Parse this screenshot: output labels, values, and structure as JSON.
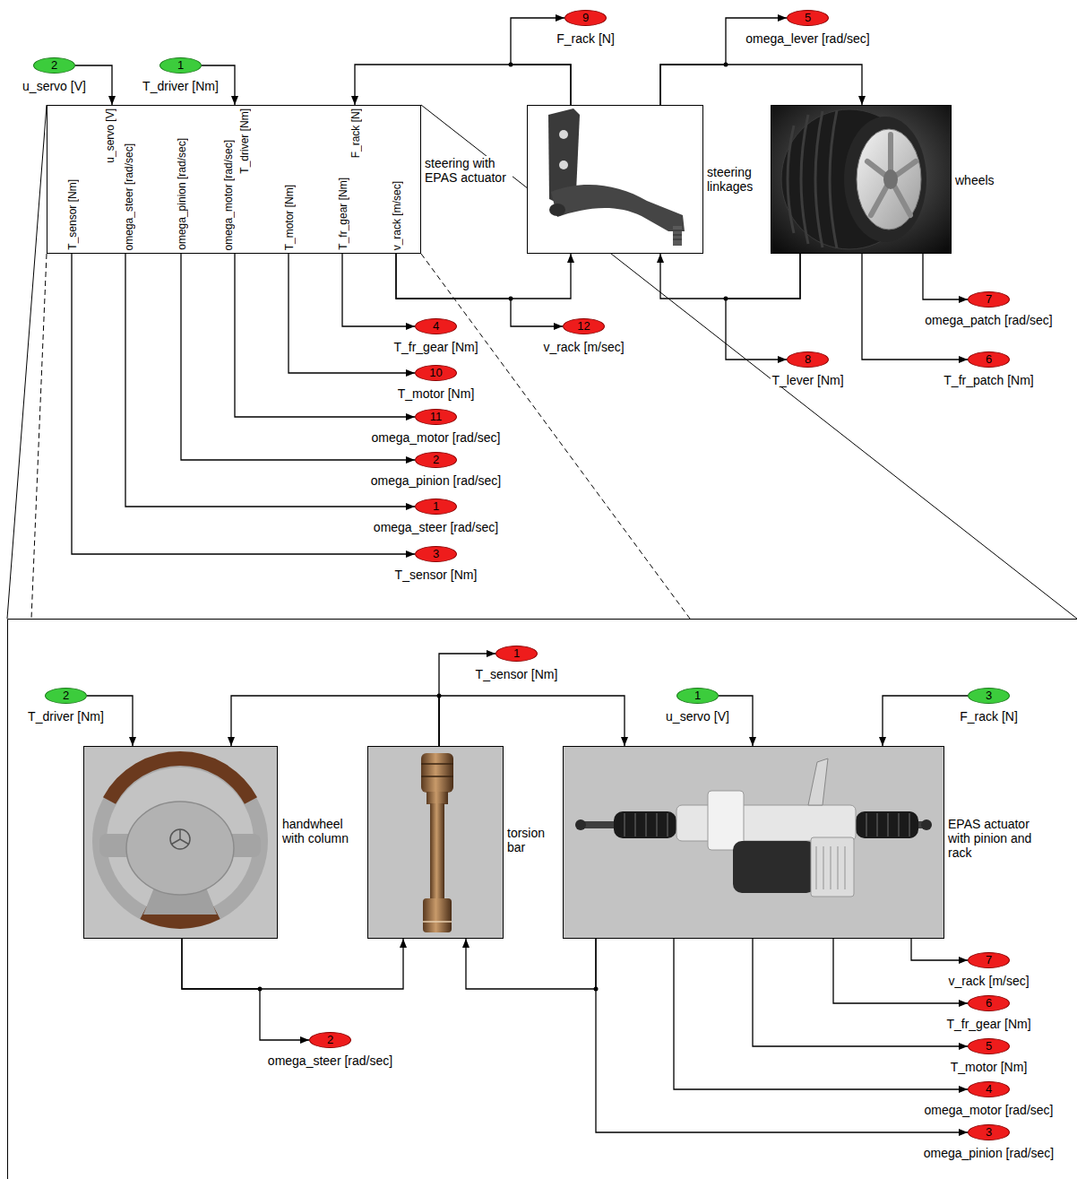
{
  "diagram": {
    "nodes": [
      {
        "text": [
          "2",
          "u_servo [V]"
        ]
      },
      {
        "text": [
          "1",
          "T_driver [Nm]"
        ]
      },
      {
        "text": [
          "9",
          "F_rack [N]"
        ]
      },
      {
        "text": [
          "5",
          "omega_lever [rad/sec]"
        ]
      },
      {
        "text": [
          "steering with EPAS actuator",
          "u_servo [V]",
          "T_driver [Nm]",
          "F_rack [N]",
          "T_sensor [Nm]",
          "omega_steer [rad/sec]",
          "omega_pinion [rad/sec]",
          "omega_motor [rad/sec]",
          "T_motor [Nm]",
          "T_fr_gear [Nm]",
          "v_rack [m/sec]"
        ]
      },
      {
        "text": [
          "steering linkages"
        ]
      },
      {
        "text": [
          "wheels"
        ]
      },
      {
        "text": [
          "7",
          "omega_patch [rad/sec]"
        ]
      },
      {
        "text": [
          "4",
          "T_fr_gear [Nm]"
        ]
      },
      {
        "text": [
          "12",
          "v_rack [m/sec]"
        ]
      },
      {
        "text": [
          "8",
          "T_lever [Nm]"
        ]
      },
      {
        "text": [
          "6",
          "T_fr_patch [Nm]"
        ]
      },
      {
        "text": [
          "10",
          "T_motor [Nm]"
        ]
      },
      {
        "text": [
          "11",
          "omega_motor [rad/sec]"
        ]
      },
      {
        "text": [
          "2",
          "omega_pinion [rad/sec]"
        ]
      },
      {
        "text": [
          "1",
          "omega_steer [rad/sec]"
        ]
      },
      {
        "text": [
          "3",
          "T_sensor [Nm]"
        ]
      },
      {
        "text": [
          "1",
          "T_sensor [Nm]"
        ]
      },
      {
        "text": [
          "2",
          "T_driver [Nm]"
        ]
      },
      {
        "text": [
          "1",
          "u_servo [V]"
        ]
      },
      {
        "text": [
          "3",
          "F_rack [N]"
        ]
      },
      {
        "text": [
          "handwheel with column"
        ]
      },
      {
        "text": [
          "torsion bar"
        ]
      },
      {
        "text": [
          "EPAS actuator with pinion and rack"
        ]
      },
      {
        "text": [
          "7",
          "v_rack [m/sec]"
        ]
      },
      {
        "text": [
          "6",
          "T_fr_gear [Nm]"
        ]
      },
      {
        "text": [
          "2",
          "omega_steer [rad/sec]"
        ]
      },
      {
        "text": [
          "5",
          "T_motor [Nm]"
        ]
      },
      {
        "text": [
          "4",
          "omega_motor [rad/sec]"
        ]
      },
      {
        "text": [
          "3",
          "omega_pinion [rad/sec]"
        ]
      }
    ],
    "edges": [
      {
        "from": 0,
        "to": 4,
        "arrow": "to"
      },
      {
        "from": 1,
        "to": 4,
        "arrow": "to"
      },
      {
        "from": 5,
        "to": 2,
        "arrow": "to"
      },
      {
        "from": 5,
        "to": 4,
        "arrow": "to"
      },
      {
        "from": 5,
        "to": 3,
        "arrow": "to"
      },
      {
        "from": 5,
        "to": 6,
        "arrow": "to"
      },
      {
        "from": 4,
        "to": 16,
        "arrow": "to"
      },
      {
        "from": 4,
        "to": 15,
        "arrow": "to"
      },
      {
        "from": 4,
        "to": 14,
        "arrow": "to"
      },
      {
        "from": 4,
        "to": 13,
        "arrow": "to"
      },
      {
        "from": 4,
        "to": 12,
        "arrow": "to"
      },
      {
        "from": 4,
        "to": 8,
        "arrow": "to"
      },
      {
        "from": 4,
        "to": 5,
        "arrow": "to"
      },
      {
        "from": 4,
        "to": 9,
        "arrow": "to"
      },
      {
        "from": 6,
        "to": 5,
        "arrow": "to"
      },
      {
        "from": 6,
        "to": 10,
        "arrow": "to"
      },
      {
        "from": 6,
        "to": 11,
        "arrow": "to"
      },
      {
        "from": 6,
        "to": 7,
        "arrow": "to"
      },
      {
        "from": 18,
        "to": 21,
        "arrow": "to"
      },
      {
        "from": 22,
        "to": 17,
        "arrow": "to"
      },
      {
        "from": 22,
        "to": 21,
        "arrow": "to"
      },
      {
        "from": 22,
        "to": 23,
        "arrow": "to"
      },
      {
        "from": 19,
        "to": 23,
        "arrow": "to"
      },
      {
        "from": 20,
        "to": 23,
        "arrow": "to"
      },
      {
        "from": 21,
        "to": 22,
        "arrow": "to"
      },
      {
        "from": 21,
        "to": 26,
        "arrow": "to"
      },
      {
        "from": 23,
        "to": 22,
        "arrow": "to"
      },
      {
        "from": 23,
        "to": 29,
        "arrow": "to"
      },
      {
        "from": 23,
        "to": 28,
        "arrow": "to"
      },
      {
        "from": 23,
        "to": 27,
        "arrow": "to"
      },
      {
        "from": 23,
        "to": 25,
        "arrow": "to"
      },
      {
        "from": 23,
        "to": 24,
        "arrow": "to"
      }
    ]
  }
}
